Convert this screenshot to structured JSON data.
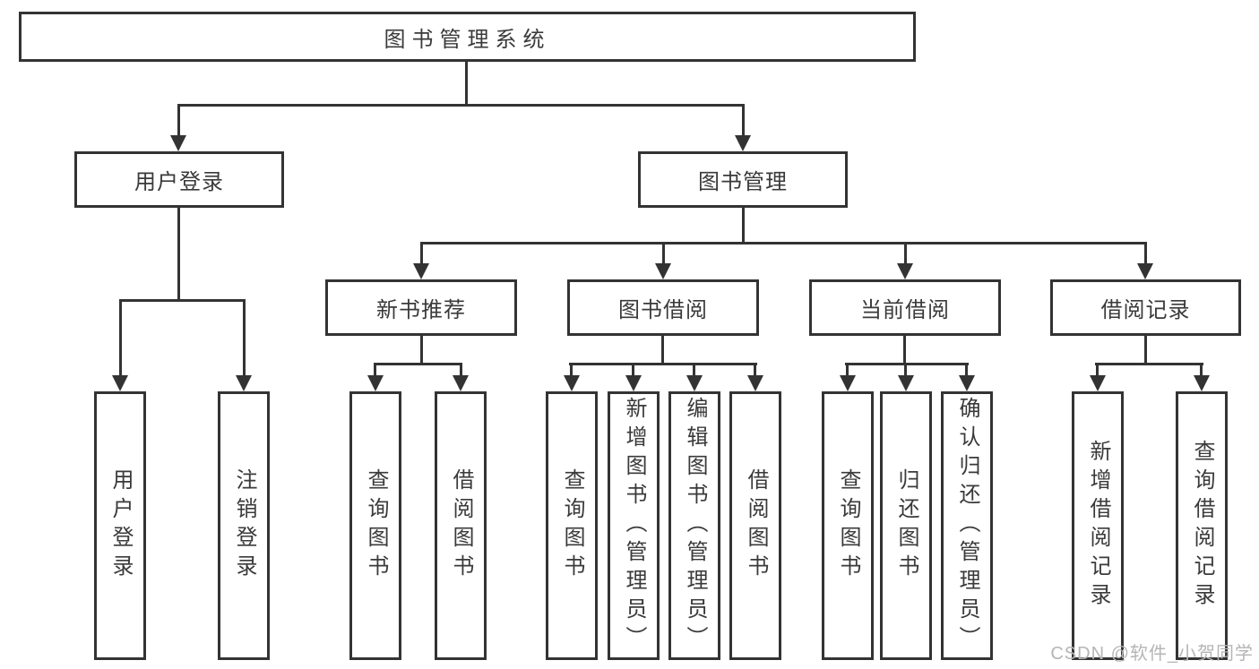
{
  "diagram": {
    "root": "图书管理系统",
    "level2": {
      "user_login": "用户登录",
      "book_mgmt": "图书管理"
    },
    "level3": {
      "new_books": "新书推荐",
      "book_borrow": "图书借阅",
      "current_borrow": "当前借阅",
      "borrow_records": "借阅记录"
    },
    "leaves": {
      "user_login": "用户登录",
      "logout": "注销登录",
      "nb_query_books": "查询图书",
      "nb_borrow_books": "借阅图书",
      "bb_query_books": "查询图书",
      "bb_add_books": "新增图书（管理员）",
      "bb_edit_books": "编辑图书（管理员）",
      "bb_borrow_books": "借阅图书",
      "cb_query_books": "查询图书",
      "cb_return_books": "归还图书",
      "cb_confirm_return": "确认归还（管理员）",
      "br_add_record": "新增借阅记录",
      "br_query_record": "查询借阅记录"
    },
    "colors": {
      "line": "#333333",
      "text": "#3a3a3a",
      "background": "#ffffff",
      "watermark_text": "#b5b5b5"
    }
  },
  "watermark": "CSDN @软件_小贺同学"
}
